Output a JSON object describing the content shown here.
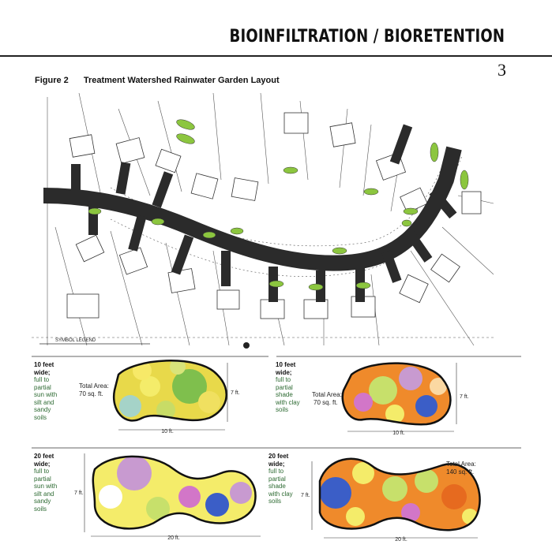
{
  "header": {
    "title": "BIOINFILTRATION / BIORETENTION",
    "page_number": "3"
  },
  "figure": {
    "number": "Figure 2",
    "title": "Treatment Watershed Rainwater Garden Layout"
  },
  "map": {
    "legend_label": "SYMBOL LEGEND"
  },
  "gardens": [
    {
      "width_line": "10 feet",
      "width_line2": "wide;",
      "conditions": [
        "full to",
        "partial",
        "sun with",
        "silt and",
        "sandy",
        "soils"
      ],
      "area_label": "Total Area:",
      "area_value": "70 sq. ft.",
      "length_label": "10 ft.",
      "height_label": "7 ft."
    },
    {
      "width_line": "10 feet",
      "width_line2": "wide;",
      "conditions": [
        "full to",
        "partial",
        "shade",
        "with clay",
        "soils"
      ],
      "area_label": "Total Area:",
      "area_value": "70 sq. ft.",
      "length_label": "10 ft.",
      "height_label": "7 ft."
    },
    {
      "width_line": "20 feet",
      "width_line2": "wide;",
      "conditions": [
        "full to",
        "partial",
        "sun with",
        "silt and",
        "sandy",
        "soils"
      ],
      "length_label": "20 ft.",
      "height_label": "7 ft."
    },
    {
      "width_line": "20 feet",
      "width_line2": "wide;",
      "conditions": [
        "full to",
        "partial",
        "shade",
        "with clay",
        "soils"
      ],
      "area_label": "Total Area:",
      "area_value": "140 sq. ft.",
      "length_label": "20 ft.",
      "height_label": "7 ft."
    }
  ],
  "colors": {
    "road": "#2b2b2b",
    "garden_green": "#8cc63f",
    "line": "#333333"
  }
}
